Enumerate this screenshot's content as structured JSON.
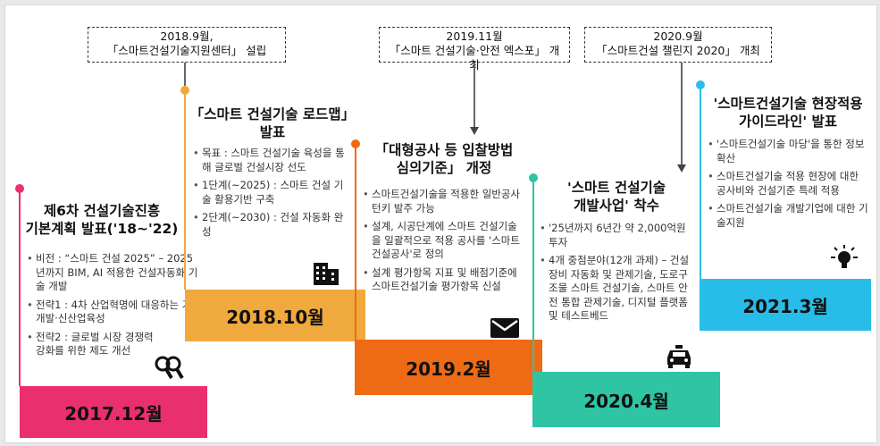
{
  "colors": {
    "m2017": "#ea2f6e",
    "m2018": "#f0a93d",
    "m2019": "#ef6a15",
    "m2020": "#2ec4a4",
    "m2021": "#27bde8"
  },
  "callouts": [
    {
      "line1": "2018.9월,",
      "line2": "「스마트건설기술지원센터」 설립"
    },
    {
      "line1": "2019.11월",
      "line2": "「스마트 건설기술·안전 엑스포」 개최"
    },
    {
      "line1": "2020.9월",
      "line2": "「스마트건설 챌린지 2020」 개최"
    }
  ],
  "milestones": [
    {
      "date": "2017.12월",
      "title1": "제6차 건설기술진흥",
      "title2": "기본계획 발표('18~'22)",
      "bullets": [
        "비전 : “스마트 건설 2025” – 2025년까지 BIM, AI 적용한 건설자동화 기술 개발",
        "전략1 : 4차 산업혁명에 대응하는 기술개발·신산업육성",
        "전략2 : 글로벌 시장 경쟁력 강화를 위한 제도 개선"
      ],
      "icon": "magnifier-icon"
    },
    {
      "date": "2018.10월",
      "title1": "「스마트 건설기술 로드맵」",
      "title2": "발표",
      "bullets": [
        "목표 : 스마트 건설기술 육성을 통해 글로벌 건설시장 선도",
        "1단계(~2025) : 스마트 건설 기술 활용기반 구축",
        "2단계(~2030) : 건설 자동화 완성"
      ],
      "icon": "building-icon"
    },
    {
      "date": "2019.2월",
      "title1": "「대형공사 등 입찰방법",
      "title2": "심의기준」 개정",
      "bullets": [
        "스마트건설기술을 적용한 일반공사 턴키 발주 가능",
        "설계, 시공단계에 스마트 건설기술을 일괄적으로 적용 공사를 '스마트건설공사'로 정의",
        "설계 평가항목 지표 및 배점기준에 스마트건설기술 평가항목 신설"
      ],
      "icon": "envelope-icon"
    },
    {
      "date": "2020.4월",
      "title1": "'스마트 건설기술",
      "title2": "개발사업' 착수",
      "bullets": [
        "'25년까지 6년간 약 2,000억원 투자",
        "4개 중점분야(12개 과제) – 건설장비 자동화 및 관제기술, 도로구조물 스마트 건설기술, 스마트 안전 통합 관제기술, 디지털 플랫폼 및 테스트베드"
      ],
      "icon": "car-icon"
    },
    {
      "date": "2021.3월",
      "title1": "'스마트건설기술 현장적용",
      "title2": "가이드라인' 발표",
      "bullets": [
        "'스마트건설기술 마당'을 통한 정보 확산",
        "스마트건설기술 적용 현장에 대한 공사비와 건설기준 특례 적용",
        "스마트건설기술 개발기업에 대한 기술지원"
      ],
      "icon": "lightbulb-icon"
    }
  ]
}
